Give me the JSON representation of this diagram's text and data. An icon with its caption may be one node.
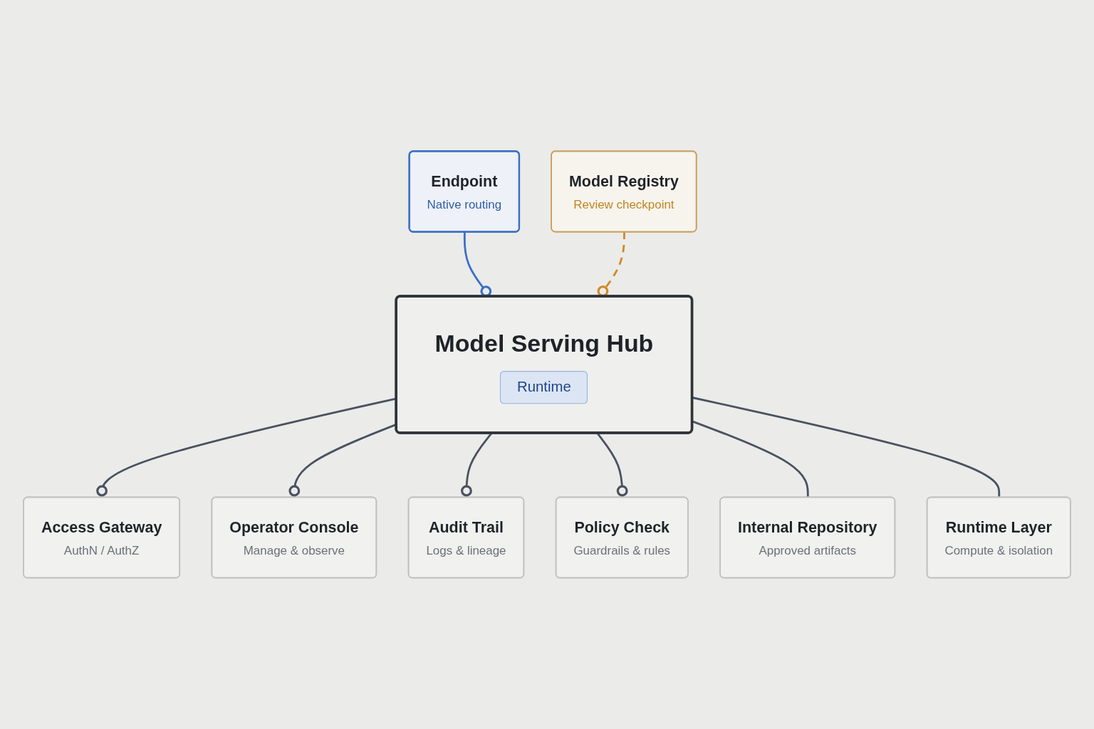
{
  "diagram": {
    "nodes": [
      {
        "text": [
          "Endpoint",
          "Native routing"
        ]
      },
      {
        "text": [
          "Model Registry",
          "Review checkpoint"
        ]
      },
      {
        "text": [
          "Access Gateway",
          "AuthN / AuthZ"
        ]
      },
      {
        "text": [
          "Model Serving Hub",
          "Runtime"
        ]
      },
      {
        "text": [
          "Operator Console",
          "Manage & observe"
        ]
      },
      {
        "text": [
          "Audit Trail",
          "Logs & lineage"
        ]
      },
      {
        "text": [
          "Policy Check",
          "Guardrails & rules"
        ]
      },
      {
        "text": [
          "Internal Repository",
          "Approved artifacts"
        ]
      },
      {
        "text": [
          "Runtime Layer",
          "Compute & isolation"
        ]
      }
    ],
    "edges": [
      {
        "from": 0,
        "to": 3,
        "arrow": "other",
        "color": "#3b6fc4"
      },
      {
        "from": 1,
        "to": 3,
        "arrow": "other",
        "style": "dashed",
        "color": "#cf8a24"
      },
      {
        "from": 3,
        "to": 2,
        "arrow": "other"
      },
      {
        "from": 3,
        "to": 4,
        "arrow": "other"
      },
      {
        "from": 3,
        "to": 5,
        "arrow": "other"
      },
      {
        "from": 3,
        "to": 6,
        "arrow": "other"
      },
      {
        "from": 3,
        "to": 7,
        "arrow": "none"
      },
      {
        "from": 3,
        "to": 8,
        "arrow": "none"
      }
    ]
  }
}
